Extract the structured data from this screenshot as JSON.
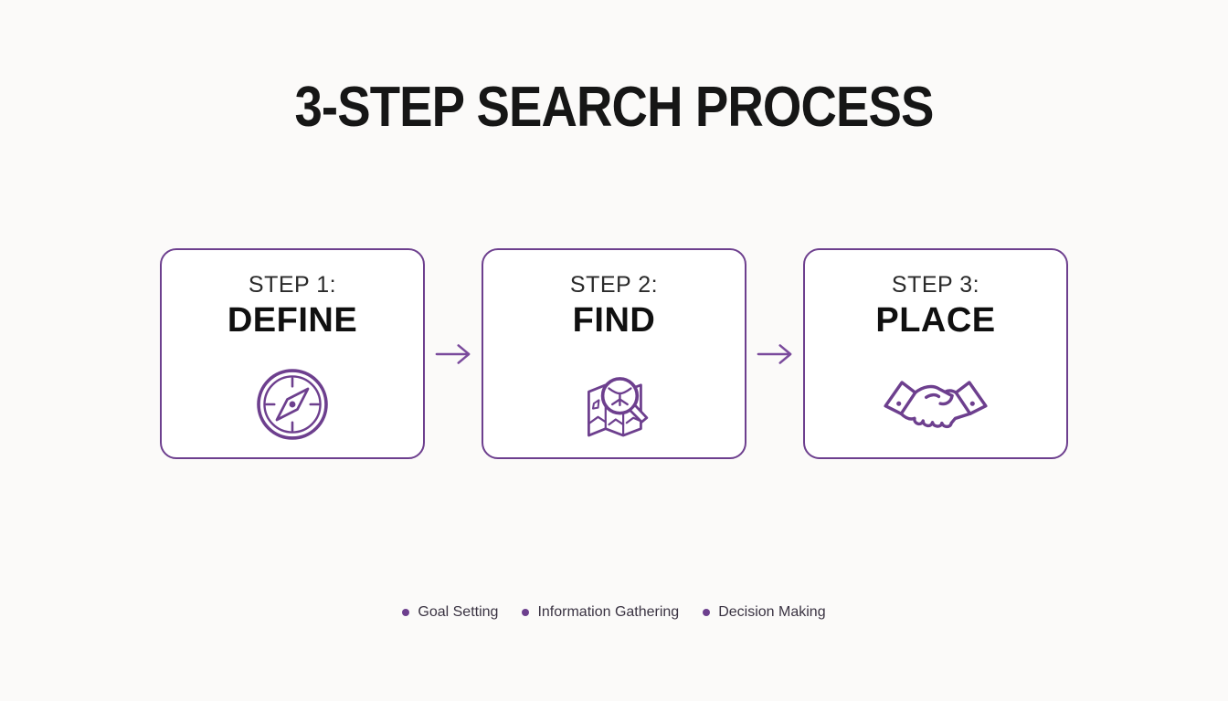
{
  "page": {
    "title": "3-STEP SEARCH PROCESS"
  },
  "steps": [
    {
      "label": "STEP 1:",
      "name": "DEFINE",
      "icon": "compass-icon"
    },
    {
      "label": "STEP 2:",
      "name": "FIND",
      "icon": "map-magnifier-icon"
    },
    {
      "label": "STEP 3:",
      "name": "PLACE",
      "icon": "handshake-icon"
    }
  ],
  "arrow": {
    "glyph": "→",
    "icon": "right-arrow-icon"
  },
  "legend": {
    "items": [
      {
        "label": "Goal Setting"
      },
      {
        "label": "Information Gathering"
      },
      {
        "label": "Decision Making"
      }
    ]
  },
  "colors": {
    "accent": "#6d3f8e",
    "arrow": "#7a4a9c",
    "title-text": "#161616",
    "step-label-text": "#2a2a2a",
    "step-name-text": "#101010",
    "legend-text": "#3a3342",
    "page-bg": "#fbfaf9",
    "card-bg": "#ffffff"
  }
}
